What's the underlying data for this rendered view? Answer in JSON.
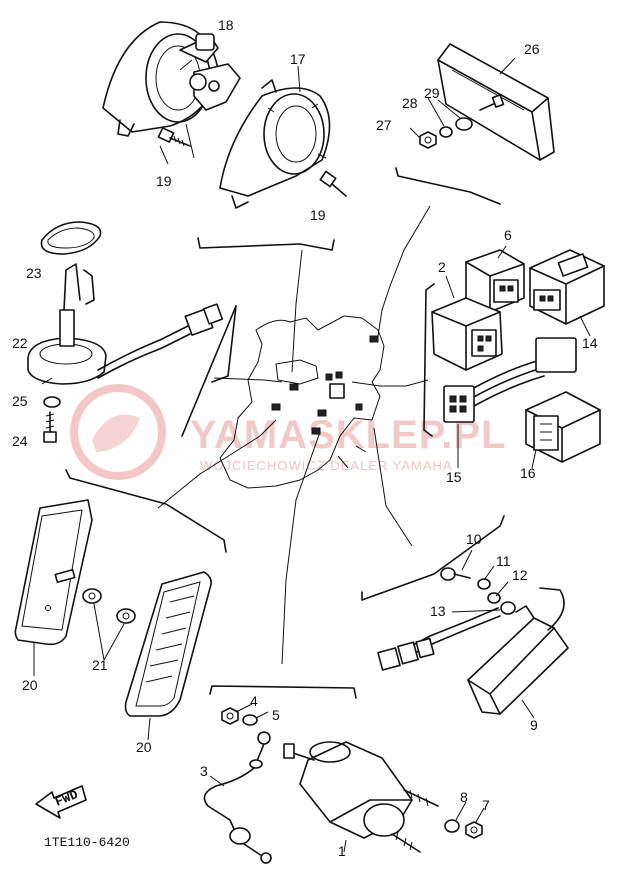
{
  "diagram_code": "1TE110-6420",
  "fwd_label": "FWD",
  "watermark": {
    "brand": "YAMASKLEP.PL",
    "subtitle": "WOJCIECHOWICZ DEALER YAMAHA"
  },
  "part_labels": {
    "p1": "1",
    "p2": "2",
    "p3": "3",
    "p4": "4",
    "p5": "5",
    "p6": "6",
    "p7": "7",
    "p8": "8",
    "p9": "9",
    "p10": "10",
    "p11": "11",
    "p12": "12",
    "p13": "13",
    "p14": "14",
    "p15": "15",
    "p16": "16",
    "p17": "17",
    "p18": "18",
    "p19a": "19",
    "p19b": "19",
    "p20a": "20",
    "p20b": "20",
    "p21": "21",
    "p22": "22",
    "p23": "23",
    "p24": "24",
    "p25": "25",
    "p26": "26",
    "p27": "27",
    "p28": "28",
    "p29": "29"
  }
}
